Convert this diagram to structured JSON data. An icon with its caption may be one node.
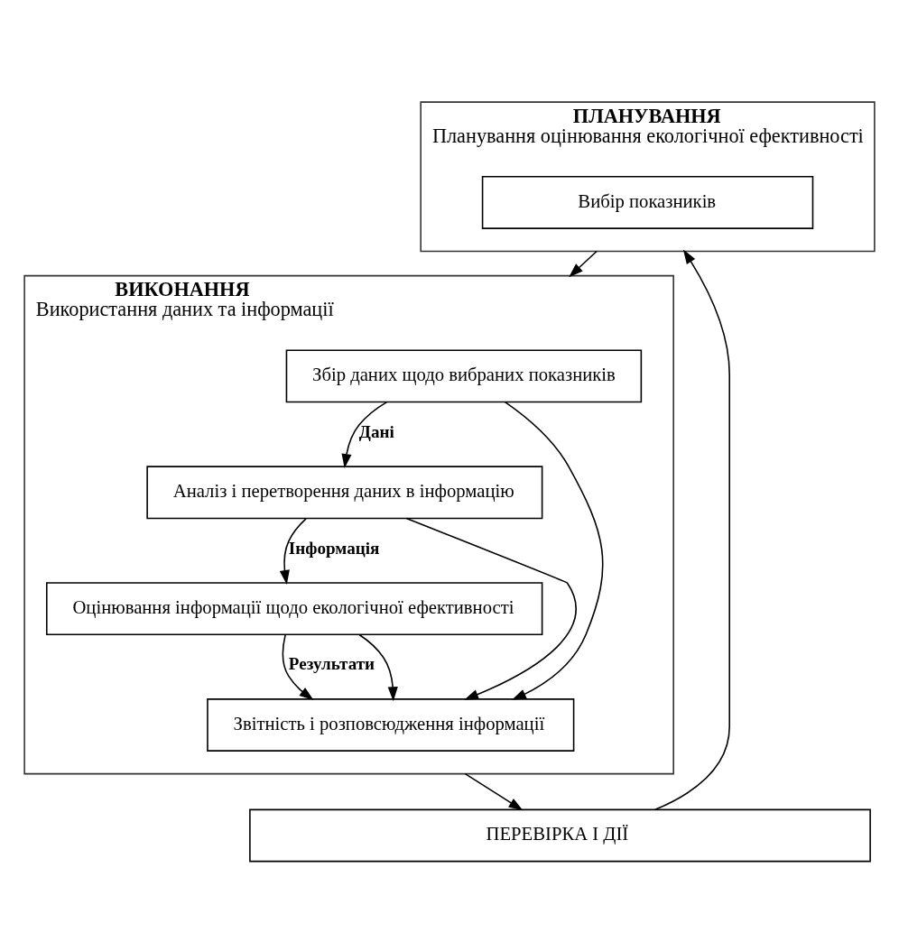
{
  "diagram": {
    "nodes": [
      {
        "text": [
          "ПЛАНУВАННЯ",
          "Планування оцінювання екологічної ефективності"
        ]
      },
      {
        "text": [
          "Вибір показників"
        ],
        "in": 0
      },
      {
        "text": [
          "ВИКОНАННЯ",
          "Використання даних та інформації"
        ]
      },
      {
        "text": [
          "Збір даних щодо вибраних показників"
        ],
        "in": 2
      },
      {
        "text": [
          "Аналіз і перетворення даних в інформацію"
        ],
        "in": 2
      },
      {
        "text": [
          "Оцінювання інформації щодо екологічної ефективності"
        ],
        "in": 2
      },
      {
        "text": [
          "Звітність і розповсюдження інформації"
        ],
        "in": 2
      },
      {
        "text": [
          "ПЕРЕВІРКА І ДІЇ"
        ]
      }
    ],
    "edges": [
      {
        "from": 0,
        "to": 2,
        "arrow": "to"
      },
      {
        "from": 3,
        "to": 4,
        "arrow": "to",
        "label": "Дані"
      },
      {
        "from": 4,
        "to": 5,
        "arrow": "to",
        "label": "Інформація"
      },
      {
        "from": 5,
        "to": 6,
        "arrow": "to",
        "label": "Результати"
      },
      {
        "from": 3,
        "to": 6,
        "arrow": "to"
      },
      {
        "from": 4,
        "to": 6,
        "arrow": "to"
      },
      {
        "from": 5,
        "to": 6,
        "arrow": "to"
      },
      {
        "from": 2,
        "to": 7,
        "arrow": "to"
      },
      {
        "from": 7,
        "to": 0,
        "arrow": "to"
      }
    ]
  }
}
